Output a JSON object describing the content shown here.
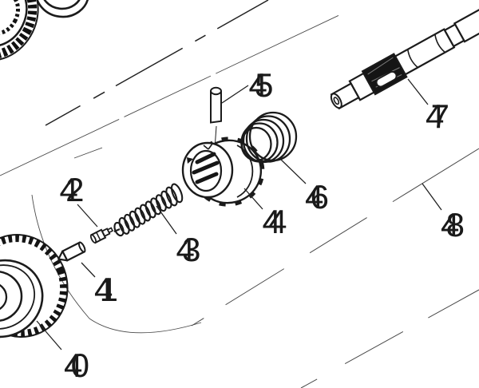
{
  "figure": {
    "kind": "exploded-parts-diagram",
    "background_color": "#ffffff",
    "ink_color": "#1b1b1b",
    "phantom_line_color": "#4a4a4a",
    "labels": [
      {
        "part": "40",
        "text": "40"
      },
      {
        "part": "41",
        "text": "41"
      },
      {
        "part": "42",
        "text": "42"
      },
      {
        "part": "43",
        "text": "43"
      },
      {
        "part": "44",
        "text": "44"
      },
      {
        "part": "45",
        "text": "45"
      },
      {
        "part": "46",
        "text": "46"
      },
      {
        "part": "47",
        "text": "47"
      },
      {
        "part": "48",
        "text": "48"
      }
    ]
  }
}
